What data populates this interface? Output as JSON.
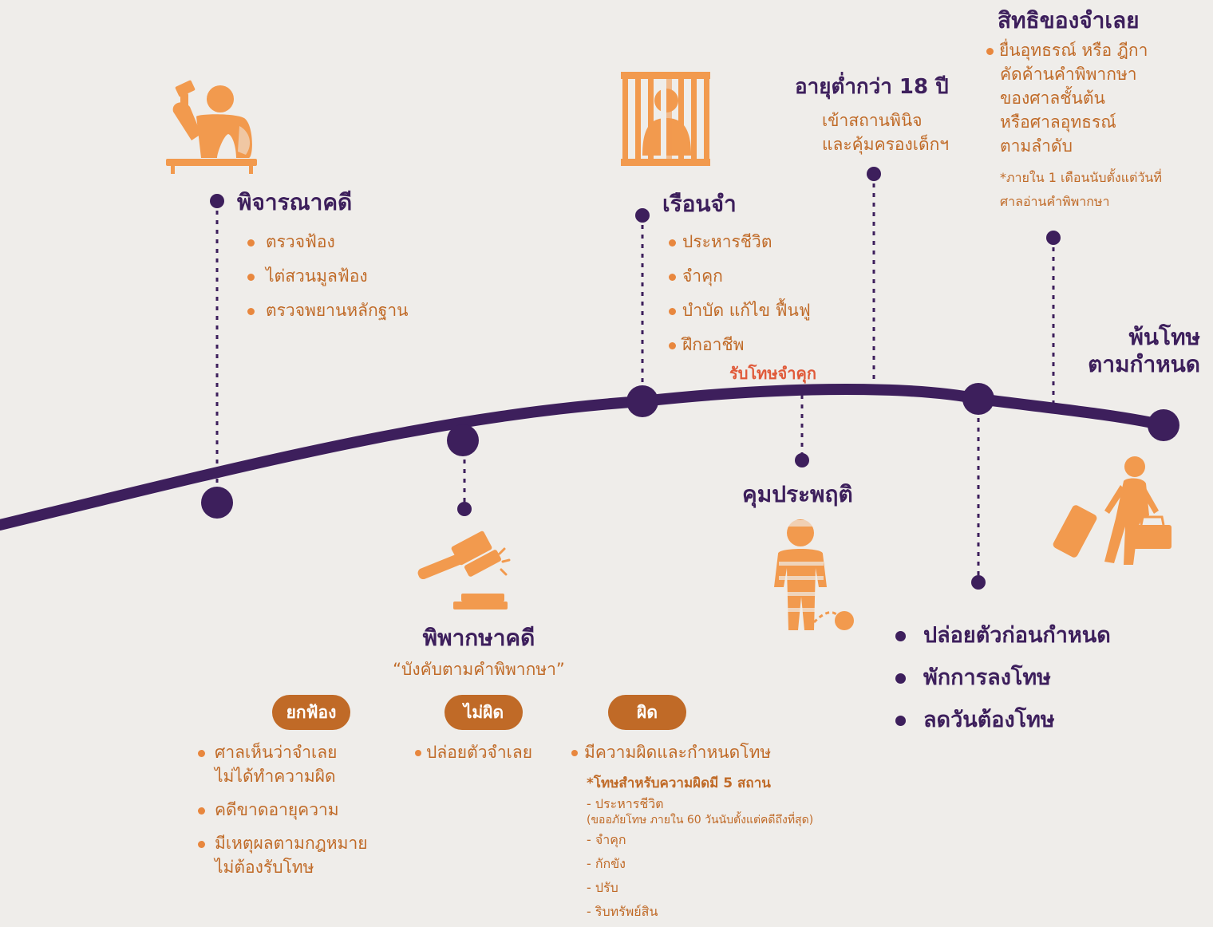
{
  "consideration": {
    "title": "พิจารณาคดี",
    "items": [
      "ตรวจฟ้อง",
      "ไต่สวนมูลฟ้อง",
      "ตรวจพยานหลักฐาน"
    ]
  },
  "judgment": {
    "title": "พิพากษาคดี",
    "subtitle": "“บังคับตามคำพิพากษา”"
  },
  "imprisonment": {
    "title": "เรือนจำ",
    "items": [
      "ประหารชีวิต",
      "จำคุก",
      "บำบัด แก้ไข ฟื้นฟู",
      "ฝึกอาชีพ"
    ]
  },
  "serve_sentence": {
    "label": "รับโทษจำคุก"
  },
  "probation": {
    "title": "คุมประพฤติ"
  },
  "under18": {
    "title": "อายุต่ำกว่า 18 ปี",
    "lines": [
      "เข้าสถานพินิจ",
      "และคุ้มครองเด็กฯ"
    ]
  },
  "defendant_rights": {
    "title": "สิทธิของจำเลย",
    "lines": [
      "ยื่นอุทธรณ์ หรือ ฎีกา",
      "คัดค้านคำพิพากษา",
      "ของศาลชั้นต้น",
      "หรือศาลอุทธรณ์",
      "ตามลำดับ"
    ],
    "note_lines": [
      "*ภายใน 1 เดือนนับตั้งแต่วันที่",
      "ศาลอ่านคำพิพากษา"
    ]
  },
  "release": {
    "title_lines": [
      "พ้นโทษ",
      "ตามกำหนด"
    ]
  },
  "early_release": {
    "items": [
      "ปล่อยตัวก่อนกำหนด",
      "พักการลงโทษ",
      "ลดวันต้องโทษ"
    ]
  },
  "outcomes": {
    "dismiss": {
      "label": "ยกฟ้อง",
      "items": [
        {
          "lines": [
            "ศาลเห็นว่าจำเลย",
            "ไม่ได้ทำความผิด"
          ]
        },
        {
          "lines": [
            "คดีขาดอายุความ"
          ]
        },
        {
          "lines": [
            "มีเหตุผลตามกฎหมาย",
            "ไม่ต้องรับโทษ"
          ]
        }
      ]
    },
    "not_guilty": {
      "label": "ไม่ผิด",
      "items": [
        "ปล่อยตัวจำเลย"
      ]
    },
    "guilty": {
      "label": "ผิด",
      "summary": "มีความผิดและกำหนดโทษ",
      "note": "*โทษสำหรับความผิดมี 5 สถาน",
      "penalties": [
        {
          "text": "- ประหารชีวิต",
          "sub": "(ขออภัยโทษ ภายใน 60 วันนับตั้งแต่คดีถึงที่สุด)"
        },
        {
          "text": "- จำคุก"
        },
        {
          "text": "- กักขัง"
        },
        {
          "text": "- ปรับ"
        },
        {
          "text": "- ริบทรัพย์สิน"
        }
      ]
    }
  },
  "colors": {
    "background": "#efedea",
    "purple": "#3d1f5c",
    "orange": "#f29a4e",
    "orange_text": "#c06a27",
    "red": "#e05a3a"
  },
  "icons": [
    "judge-icon",
    "prisoner-behind-bars-icon",
    "gavel-icon",
    "prisoner-with-ball-icon",
    "traveler-with-luggage-icon"
  ]
}
